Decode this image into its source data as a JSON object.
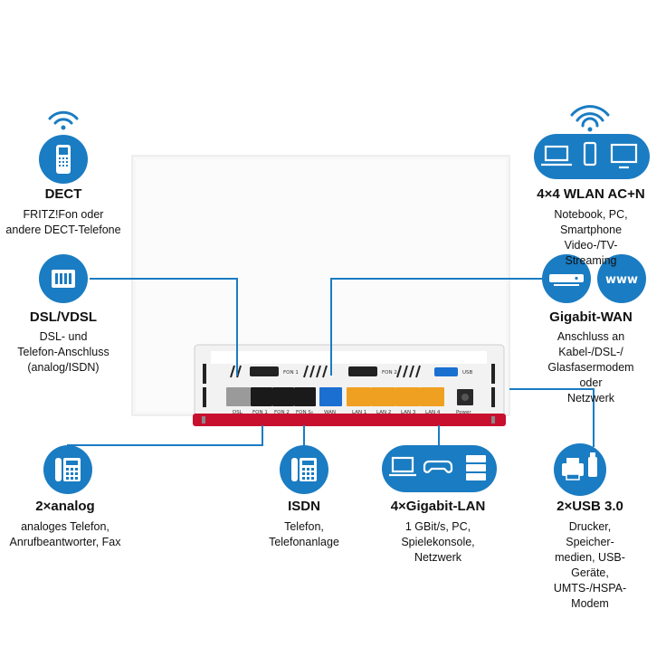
{
  "features": {
    "dect": {
      "title": "DECT",
      "desc": "FRITZ!Fon oder\nandere DECT-Telefone",
      "icon": "dect-phone-icon"
    },
    "wlan": {
      "title": "4×4 WLAN AC+N",
      "desc": "Notebook, PC, Smartphone\nVideo-/TV-Streaming",
      "icon": "devices-icon"
    },
    "dsl": {
      "title": "DSL/VDSL",
      "desc": "DSL- und\nTelefon-Anschluss\n(analog/ISDN)",
      "icon": "dsl-port-icon"
    },
    "wan": {
      "title": "Gigabit-WAN",
      "desc": "Anschluss an Kabel-/DSL-/\nGlasfasermodem oder\nNetzwerk",
      "icon": "modem-icon",
      "www_label": "www"
    },
    "analog": {
      "title": "2×analog",
      "desc": "analoges Telefon,\nAnrufbeantworter, Fax",
      "icon": "phone-icon"
    },
    "isdn": {
      "title": "ISDN",
      "desc": "Telefon,\nTelefonanlage",
      "icon": "isdn-phone-icon"
    },
    "lan": {
      "title": "4×Gigabit-LAN",
      "desc": "1 GBit/s, PC,\nSpielekonsole,\nNetzwerk",
      "icon": "network-devices-icon"
    },
    "usb": {
      "title": "2×USB 3.0",
      "desc": "Drucker, Speicher-\nmedien, USB-Geräte,\nUMTS-/HSPA-Modem",
      "icon": "usb-printer-icon"
    }
  },
  "router": {
    "port_labels": [
      "DSL",
      "FON 1",
      "FON 2",
      "FON S₀",
      "WAN",
      "LAN 1",
      "LAN 2",
      "LAN 3",
      "LAN 4",
      "Power"
    ],
    "top_labels": [
      "FON 1",
      "FON 2",
      "USB"
    ]
  },
  "colors": {
    "accent_blue": "#1a7cc2",
    "router_red": "#c8102e",
    "lan_orange": "#f0a020",
    "wan_blue": "#1a6fd0"
  }
}
